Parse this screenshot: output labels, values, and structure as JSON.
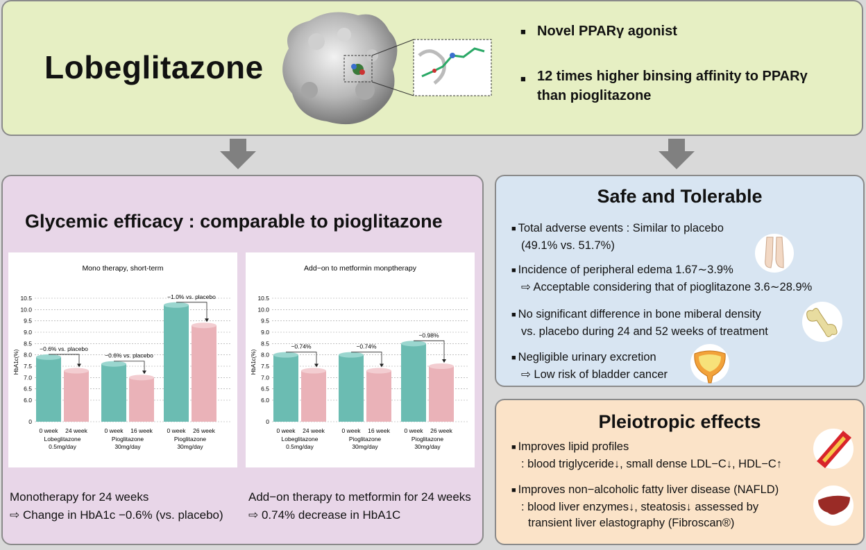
{
  "header": {
    "title": "Lobeglitazone",
    "bullets": [
      "Novel PPARγ agonist",
      "12 times higher binsing affinity to PPARγ",
      "than pioglitazone"
    ]
  },
  "glycemic": {
    "title": "Glycemic efficacy : comparable to pioglitazone",
    "foot_left": [
      "Monotherapy for 24 weeks",
      "⇨ Change in HbA1c −0.6% (vs. placebo)"
    ],
    "foot_right": [
      "Add−on therapy to metformin for 24 weeks",
      "⇨ 0.74% decrease in HbA1C"
    ]
  },
  "chart_data": [
    {
      "type": "bar",
      "title": "Mono therapy, short-term",
      "ylabel": "HbA1c(%)",
      "yticks": [
        "0",
        "6.0",
        "6.5",
        "7.0",
        "7.5",
        "8.0",
        "8.5",
        "9.0",
        "9.5",
        "10.0",
        "10.5"
      ],
      "groups": [
        {
          "label": [
            "Lobeglitazone",
            "0.5mg/day"
          ],
          "bars": [
            {
              "x": "0 week",
              "value": 7.9
            },
            {
              "x": "24 week",
              "value": 7.3
            }
          ],
          "annotation": "−0.6% vs. placebo"
        },
        {
          "label": [
            "Pioglitazone",
            "30mg/day"
          ],
          "bars": [
            {
              "x": "0 week",
              "value": 7.6
            },
            {
              "x": "16 week",
              "value": 7.0
            }
          ],
          "annotation": "−0.6% vs. placebo"
        },
        {
          "label": [
            "Pioglitazone",
            "30mg/day"
          ],
          "bars": [
            {
              "x": "0 week",
              "value": 10.2
            },
            {
              "x": "26 week",
              "value": 9.3
            }
          ],
          "annotation": "−1.0% vs. placebo"
        }
      ]
    },
    {
      "type": "bar",
      "title": "Add−on to metformin monptherapy",
      "ylabel": "HbA1c(%)",
      "yticks": [
        "0",
        "6.0",
        "6.5",
        "7.0",
        "7.5",
        "8.0",
        "8.5",
        "9.0",
        "9.5",
        "10.0",
        "10.5"
      ],
      "groups": [
        {
          "label": [
            "Lobeglitazone",
            "0.5mg/day"
          ],
          "bars": [
            {
              "x": "0 week",
              "value": 8.0
            },
            {
              "x": "24 week",
              "value": 7.3
            }
          ],
          "annotation": "−0.74%"
        },
        {
          "label": [
            "Pioglitazone",
            "30mg/day"
          ],
          "bars": [
            {
              "x": "0 week",
              "value": 8.0
            },
            {
              "x": "16 week",
              "value": 7.3
            }
          ],
          "annotation": "−0.74%"
        },
        {
          "label": [
            "Pioglitazone",
            "30mg/day"
          ],
          "bars": [
            {
              "x": "0 week",
              "value": 8.5
            },
            {
              "x": "26 week",
              "value": 7.5
            }
          ],
          "annotation": "−0.98%"
        }
      ]
    }
  ],
  "safe": {
    "title": "Safe and Tolerable",
    "items": [
      [
        "Total adverse events : Similar to placebo",
        "(49.1% vs. 51.7%)"
      ],
      [
        "Incidence of peripheral edema 1.67∼3.9%",
        "⇨ Acceptable considering that of pioglitazone 3.6∼28.9%"
      ],
      [
        "No significant difference in bone miberal density",
        "vs. placebo during 24 and 52 weeks of treatment"
      ],
      [
        "Negligible urinary excretion",
        "⇨ Low risk of bladder cancer"
      ]
    ]
  },
  "pleio": {
    "title": "Pleiotropic effects",
    "items": [
      [
        "Improves lipid profiles",
        ": blood triglyceride↓, small dense LDL−C↓, HDL−C↑"
      ],
      [
        "Improves non−alcoholic fatty liver disease (NAFLD)",
        ": blood liver enzymes↓, steatosis↓ assessed by",
        "transient liver elastography (Fibroscan®)"
      ]
    ]
  },
  "colors": {
    "teal": "#6bbcb2",
    "pink": "#eab2b8",
    "top": "#e6efc3",
    "left": "#e8d6e8",
    "safe": "#d8e5f2",
    "pleio": "#fbe3c8"
  }
}
